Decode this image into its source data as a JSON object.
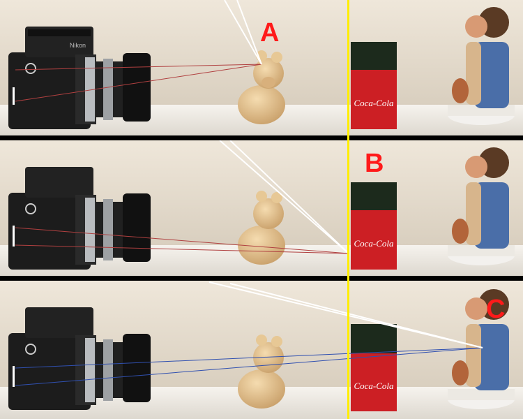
{
  "panels": [
    {
      "label": "A"
    },
    {
      "label": "B"
    },
    {
      "label": "C"
    }
  ],
  "camera_brand": "Nikon",
  "can_text": "Coca-Cola",
  "colors": {
    "label": "#ff1a1a",
    "guide_line": "#ffee00",
    "wall": "#e9e2d6",
    "floor": "#f3efe8",
    "ray_red": "#b04040",
    "ray_blue": "#3050b0",
    "sun_ray": "#ffffff"
  }
}
